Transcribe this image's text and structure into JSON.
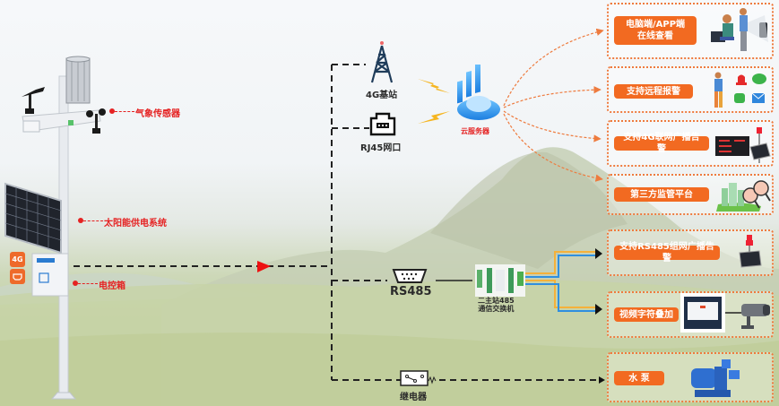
{
  "station": {
    "weather_sensor_label": "气象传感器",
    "solar_label": "太阳能供电系统",
    "control_box_label": "电控箱",
    "badge_4g": "4G",
    "badge_rj45_icon": "ethernet-port-icon"
  },
  "network": {
    "tower_label": "4G基站",
    "rj45_label": "RJ45网口",
    "cloud_label": "云服务器",
    "rs485_label": "RS485",
    "switch_label_line1": "二主站485",
    "switch_label_line2": "通信交换机",
    "relay_label": "继电器"
  },
  "features": [
    {
      "label_line1": "电脑端/APP端",
      "label_line2": "在线查看",
      "icon": "people-devices-icon"
    },
    {
      "label_line1": "支持远程报警",
      "label_line2": "",
      "icon": "alarm-wechat-sms-mail-icon"
    },
    {
      "label_line1": "支持4G联网广播告警",
      "label_line2": "",
      "icon": "led-display-solar-icon"
    },
    {
      "label_line1": "第三方监管平台",
      "label_line2": "",
      "icon": "city-magnifier-icon"
    },
    {
      "label_line1": "支持RS485组网广播告警",
      "label_line2": "",
      "icon": "solar-alarm-icon"
    },
    {
      "label_line1": "视频字符叠加",
      "label_line2": "",
      "icon": "overlay-box-camera-icon"
    },
    {
      "label_line1": "水 泵",
      "label_line2": "",
      "icon": "water-pump-icon"
    }
  ],
  "colors": {
    "accent_orange": "#f26a21",
    "label_red": "#e52222",
    "dash_dark": "#222222",
    "line_blue": "#2f8fe0",
    "line_yellow": "#f5b13a"
  }
}
